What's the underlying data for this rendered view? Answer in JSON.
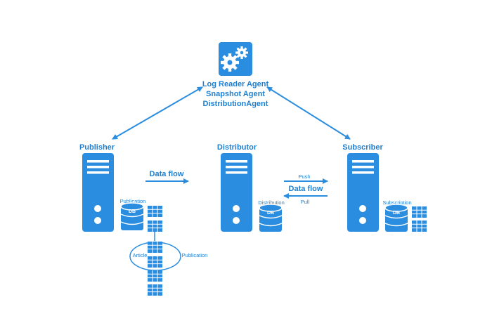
{
  "agents": {
    "icon": "gears-icon",
    "lines": [
      "Log Reader Agent",
      "Snapshot Agent",
      "DistributionAgent"
    ]
  },
  "nodes": {
    "publisher": {
      "title": "Publisher",
      "db_caption": "Publication",
      "db_label": "DB"
    },
    "distributor": {
      "title": "Distributor",
      "db_caption": "Distribution",
      "db_label": "DB"
    },
    "subscriber": {
      "title": "Subscriber",
      "db_caption": "Subscription",
      "db_label": "DB"
    }
  },
  "flows": {
    "publisher_to_distributor": "Data flow",
    "distributor_subscriber": "Data flow",
    "push": "Push",
    "pull": "Pull"
  },
  "publication_detail": {
    "article": "Article",
    "publication": "Publication"
  },
  "colors": {
    "primary": "#1e7fd0",
    "server_fill": "#2b8de0",
    "white": "#ffffff"
  }
}
